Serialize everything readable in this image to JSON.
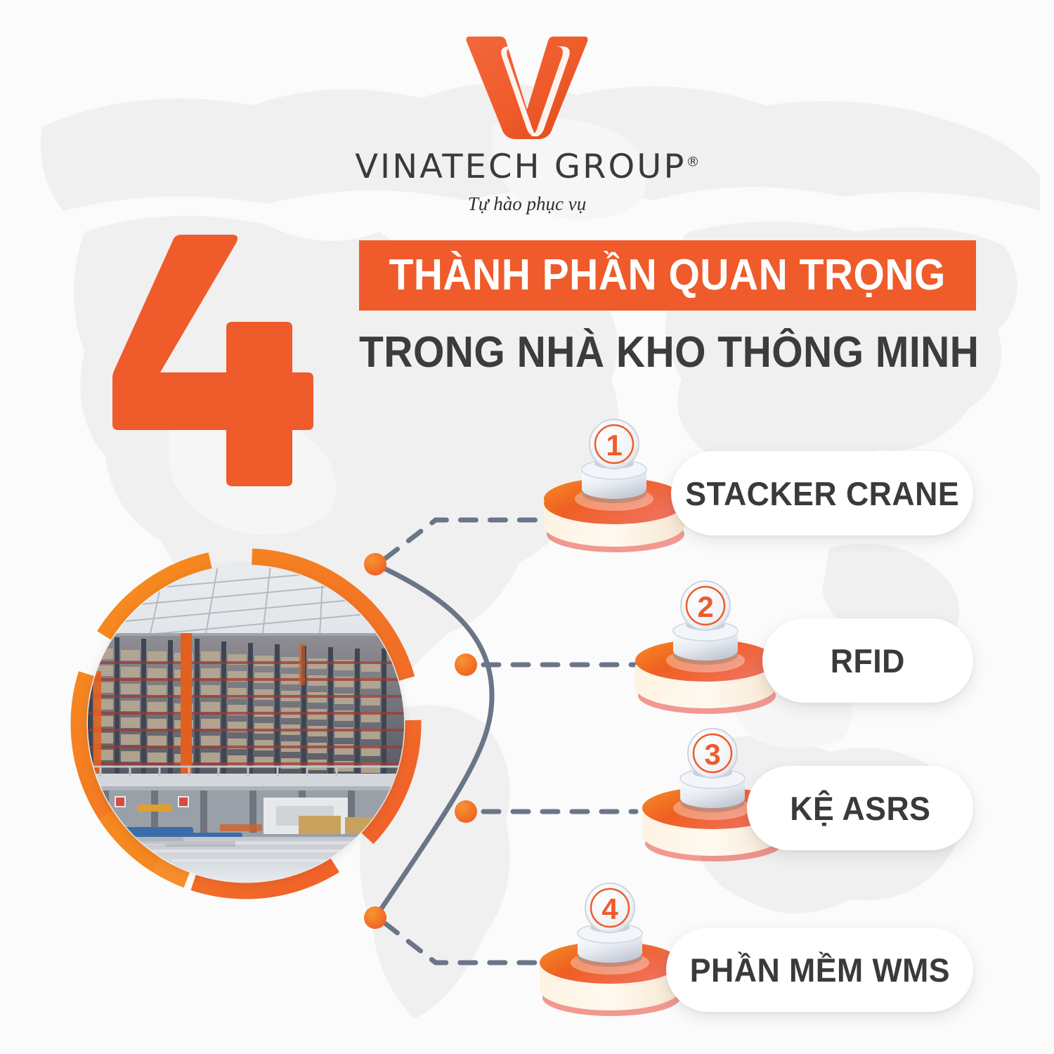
{
  "brand": {
    "logo_mark": "vinatech-v-logo",
    "name": "VINATECH GROUP",
    "registered_mark": "®",
    "tagline": "Tự hào phục vụ",
    "accent_color": "#ef5b2b",
    "accent_color_light": "#f7901e",
    "dark_color": "#3c3c3c"
  },
  "headline": {
    "number": "4",
    "line1": "THÀNH PHẦN QUAN TRỌNG",
    "line2": "TRONG NHÀ KHO THÔNG MINH"
  },
  "photo": {
    "alt": "smart-warehouse-asrs-racking-photo",
    "ring_color": "#ef5b2b",
    "ring_color_alt": "#f7901e"
  },
  "items": [
    {
      "number": "1",
      "label": "STACKER CRANE"
    },
    {
      "number": "2",
      "label": "RFID"
    },
    {
      "number": "3",
      "label": "KỆ ASRS"
    },
    {
      "number": "4",
      "label": "PHẦN MỀM WMS"
    }
  ]
}
